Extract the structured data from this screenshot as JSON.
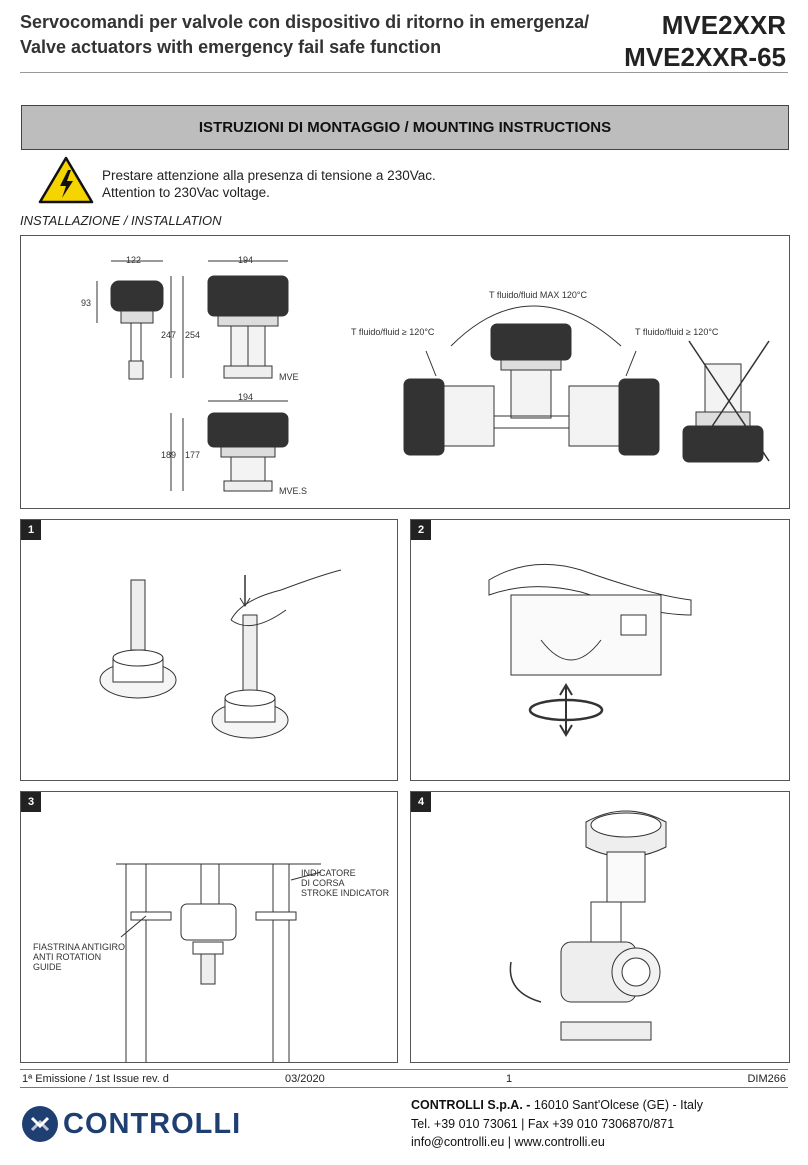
{
  "header": {
    "title_it": "Servocomandi per valvole con dispositivo di ritorno in emergenza/",
    "title_en": "Valve actuators with emergency fail safe function",
    "model_1": "MVE2XXR",
    "model_2": "MVE2XXR-65"
  },
  "banner": "ISTRUZIONI DI MONTAGGIO / MOUNTING INSTRUCTIONS",
  "warning": {
    "line_it": "Prestare attenzione alla presenza di tensione a 230Vac.",
    "line_en": "Attention to 230Vac voltage."
  },
  "installation_label": "INSTALLAZIONE / INSTALLATION",
  "drawing": {
    "dim_122": "122",
    "dim_194a": "194",
    "dim_93": "93",
    "dim_247": "247",
    "dim_254": "254",
    "label_mve": "MVE",
    "dim_194b": "194",
    "dim_189": "189",
    "dim_177": "177",
    "label_mves": "MVE.S",
    "temp_max": "T fluido/fluid MAX 120°C",
    "temp_left": "T fluido/fluid ≥ 120°C",
    "temp_right": "T fluido/fluid ≥ 120°C"
  },
  "steps": [
    {
      "number": "1"
    },
    {
      "number": "2"
    },
    {
      "number": "3",
      "label_indicator": [
        "INDICATORE",
        "DI CORSA",
        "STROKE INDICATOR"
      ],
      "label_guide": [
        "FIASTRINA ANTIGIRO",
        "ANTI ROTATION",
        "GUIDE"
      ]
    },
    {
      "number": "4"
    }
  ],
  "footer": {
    "issue": "1ª Emissione / 1st Issue rev. d",
    "date": "03/2020",
    "page": "1",
    "doc_code": "DIM266"
  },
  "company": {
    "name": "CONTROLLI S.p.A. -",
    "address": " 16010 Sant'Olcese (GE) - Italy",
    "phone": "Tel. +39 010 73061 | Fax +39 010 7306870/871",
    "web": "info@controlli.eu | www.controlli.eu",
    "logo_text": "CONTROLLI"
  },
  "colors": {
    "banner_bg": "#bdbdbd",
    "warning_yellow": "#f5d400",
    "logo_blue": "#1f3f73"
  }
}
